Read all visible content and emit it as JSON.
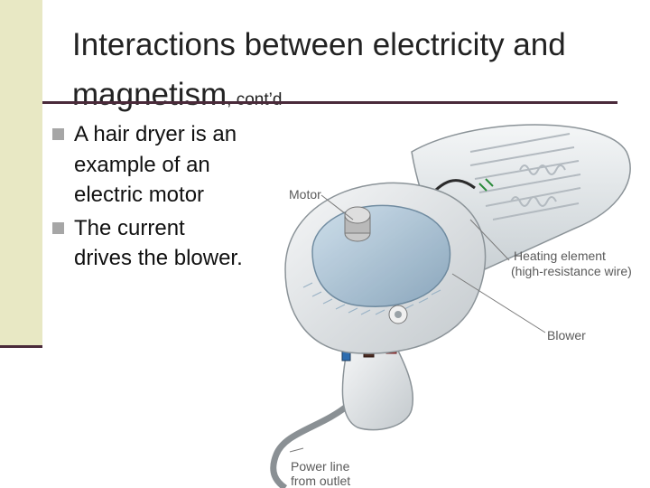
{
  "slide": {
    "title_main": "Interactions between electricity and magnetism",
    "title_suffix": ", cont’d",
    "bullets": [
      "A hair dryer is an example of an electric motor",
      "The current drives the blower."
    ]
  },
  "figure": {
    "labels": {
      "motor": "Motor",
      "heating_line1": "Heating element",
      "heating_line2": "(high-resistance wire)",
      "blower": "Blower",
      "power_line1": "Power line",
      "power_line2": "from outlet"
    }
  },
  "colors": {
    "accent_band": "#e8e8c4",
    "rule": "#4a2a3a",
    "bullet": "#a6a6a6"
  }
}
